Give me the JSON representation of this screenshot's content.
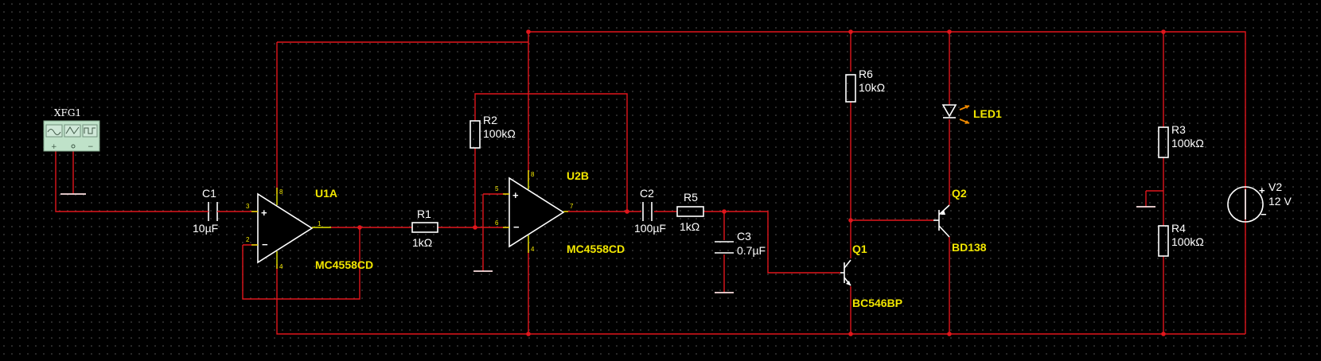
{
  "components": {
    "xfg1": {
      "ref": "XFG1"
    },
    "c1": {
      "ref": "C1",
      "value": "10µF"
    },
    "u1a": {
      "ref": "U1A",
      "part": "MC4558CD",
      "pins": {
        "noninv": "3",
        "inv": "2",
        "out": "1",
        "vplus": "8",
        "vminus": "4"
      }
    },
    "r1": {
      "ref": "R1",
      "value": "1kΩ"
    },
    "r2": {
      "ref": "R2",
      "value": "100kΩ"
    },
    "u2b": {
      "ref": "U2B",
      "part": "MC4558CD",
      "pins": {
        "noninv": "5",
        "inv": "6",
        "out": "7",
        "vplus": "8",
        "vminus": "4"
      }
    },
    "c2": {
      "ref": "C2",
      "value": "100µF"
    },
    "r5": {
      "ref": "R5",
      "value": "1kΩ"
    },
    "c3": {
      "ref": "C3",
      "value": "0.7µF"
    },
    "r6": {
      "ref": "R6",
      "value": "10kΩ"
    },
    "led1": {
      "ref": "LED1"
    },
    "q1": {
      "ref": "Q1",
      "part": "BC546BP"
    },
    "q2": {
      "ref": "Q2",
      "part": "BD138"
    },
    "r3": {
      "ref": "R3",
      "value": "100kΩ"
    },
    "r4": {
      "ref": "R4",
      "value": "100kΩ"
    },
    "v2": {
      "ref": "V2",
      "value": "12 V"
    }
  },
  "colors": {
    "background": "#000000",
    "wire": "#e0161c",
    "component": "#ffffff",
    "part_label": "#f1e600",
    "grid_dot": "#5a5a5a"
  }
}
